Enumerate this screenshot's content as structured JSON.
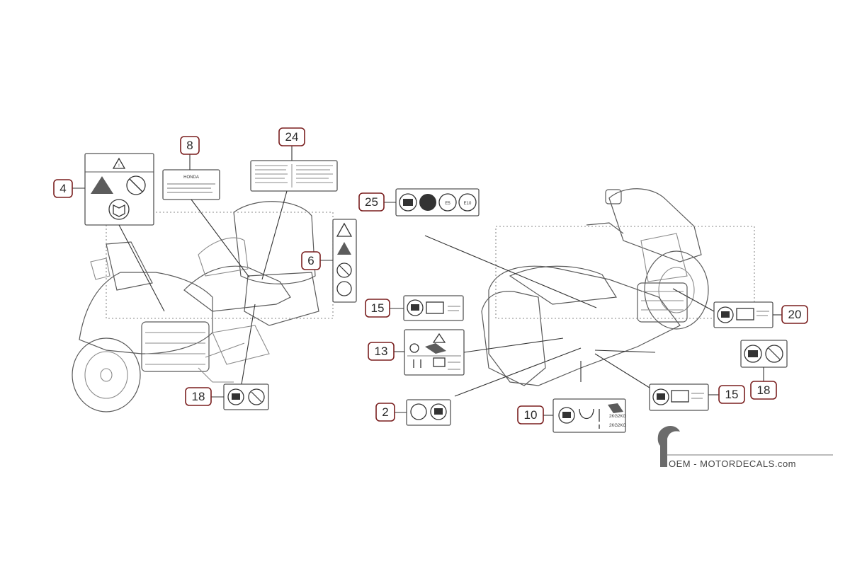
{
  "diagram": {
    "callouts": [
      {
        "id": "c4",
        "number": "4"
      },
      {
        "id": "c8",
        "number": "8"
      },
      {
        "id": "c24",
        "number": "24"
      },
      {
        "id": "c25",
        "number": "25"
      },
      {
        "id": "c6",
        "number": "6"
      },
      {
        "id": "c15a",
        "number": "15"
      },
      {
        "id": "c20",
        "number": "20"
      },
      {
        "id": "c13",
        "number": "13"
      },
      {
        "id": "c18b",
        "number": "18"
      },
      {
        "id": "c18a",
        "number": "18"
      },
      {
        "id": "c15b",
        "number": "15"
      },
      {
        "id": "c2",
        "number": "2"
      },
      {
        "id": "c10",
        "number": "10"
      }
    ],
    "label8_brand": "HONDA",
    "label25_fuel": [
      "E5",
      "E10"
    ],
    "label10_codes": [
      "2KG",
      "2KG",
      "2KG",
      "2KG"
    ]
  },
  "watermark": {
    "site": "OEM - MOTORDECALS.com"
  },
  "colors": {
    "callout_border": "#7a1f1f",
    "line": "#333333",
    "sketch": "#8a8a8a"
  }
}
